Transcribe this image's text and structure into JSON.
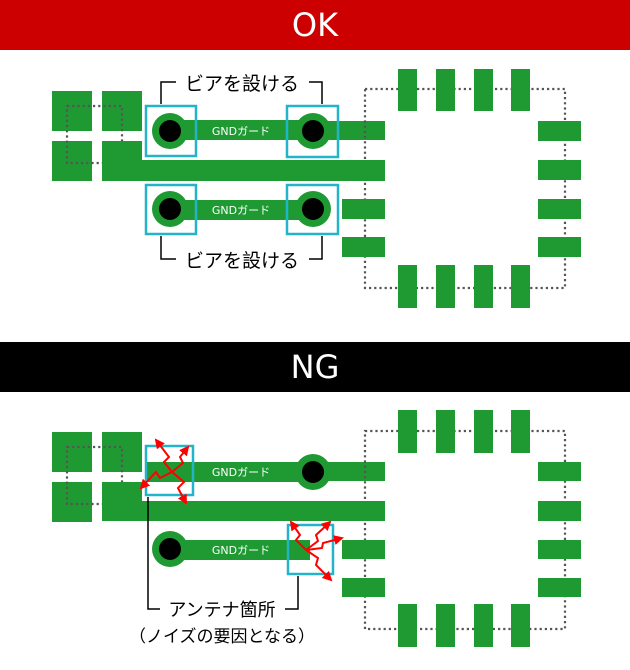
{
  "colors": {
    "ok_banner": "#cc0000",
    "ng_banner": "#000000",
    "copper": "#1f9a33",
    "via_hole": "#000000",
    "highlight_box": "#22b5c9",
    "outline_dots": "#555555",
    "noise": "#ff0000",
    "annotation_text": "#000000",
    "trace_text": "#ffffff"
  },
  "ok": {
    "title": "OK",
    "guard_label_top": "GNDガード",
    "guard_label_bottom": "GNDガード",
    "callout_top": "ビアを設ける",
    "callout_bottom": "ビアを設ける"
  },
  "ng": {
    "title": "NG",
    "guard_label_top": "GNDガード",
    "guard_label_bottom": "GNDガード",
    "callout_line1": "アンテナ箇所",
    "callout_line2": "（ノイズの要因となる）"
  }
}
